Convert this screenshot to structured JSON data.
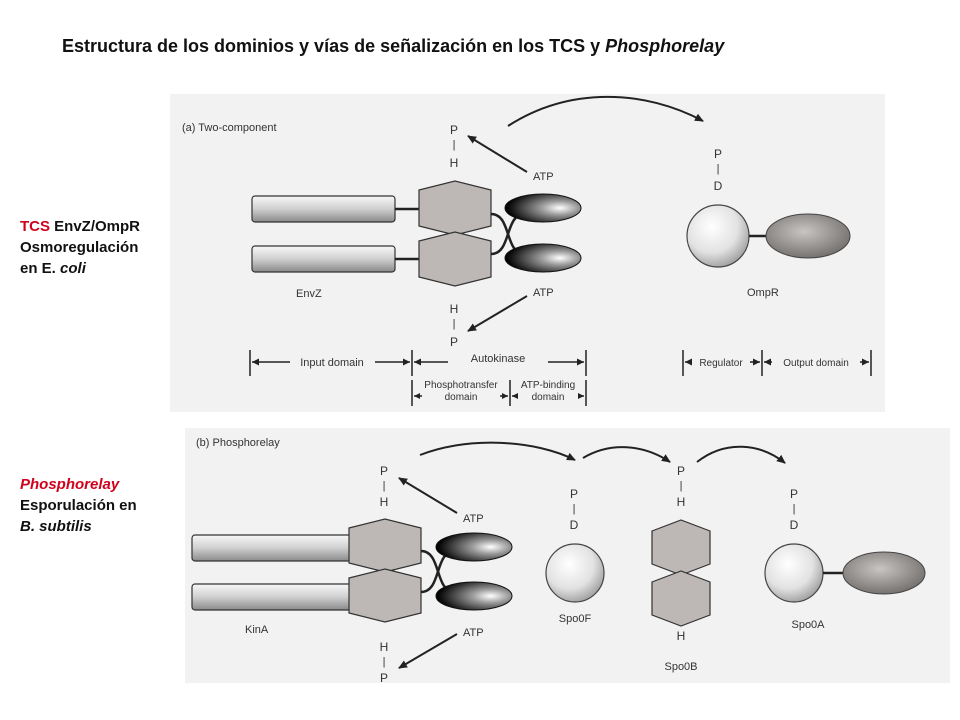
{
  "title": {
    "main": "Estructura de los dominios y vías de señalización en los TCS y ",
    "italic": "Phosphorelay"
  },
  "side_a": {
    "red": "TCS",
    "rest": " EnvZ/OmpR",
    "line2": "Osmoregulación",
    "line3_prefix": "en E. ",
    "line3_italic": "coli"
  },
  "side_b": {
    "red": "Phosphorelay",
    "line2": "Esporulación en",
    "line3_italic": "B. subtilis"
  },
  "panel_a": {
    "label": "(a) Two-component",
    "atp_top": "ATP",
    "atp_bottom": "ATP",
    "p": "P",
    "h": "H",
    "d": "D",
    "bar": "|",
    "envz": "EnvZ",
    "ompr": "OmpR",
    "input_domain": "Input domain",
    "autokinase": "Autokinase",
    "phosphotransfer_1": "Phosphotransfer",
    "phosphotransfer_2": "domain",
    "atpbinding_1": "ATP-binding",
    "atpbinding_2": "domain",
    "regulator": "Regulator",
    "output_domain": "Output domain"
  },
  "panel_b": {
    "label": "(b) Phosphorelay",
    "atp_top": "ATP",
    "atp_bottom": "ATP",
    "p": "P",
    "h": "H",
    "d": "D",
    "bar": "|",
    "kina": "KinA",
    "spo0f": "Spo0F",
    "spo0b": "Spo0B",
    "spo0a": "Spo0A"
  },
  "colors": {
    "red_accent": "#d0021b",
    "panel_bg": "#f2f2f2",
    "hexagon": "#bdb8b6",
    "line": "#222222"
  }
}
